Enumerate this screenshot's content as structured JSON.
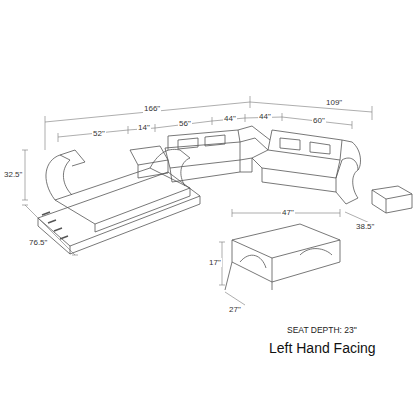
{
  "diagram": {
    "labels": [
      "166\"",
      "109\"",
      "52\"",
      "14\"",
      "56\"",
      "44\"",
      "44\"",
      "60\"",
      "32.5\"",
      "76.5\"",
      "38.5\"",
      "47\"",
      "17\"",
      "27\"",
      "SEAT DEPTH: 23\"",
      "Left Hand Facing"
    ]
  }
}
